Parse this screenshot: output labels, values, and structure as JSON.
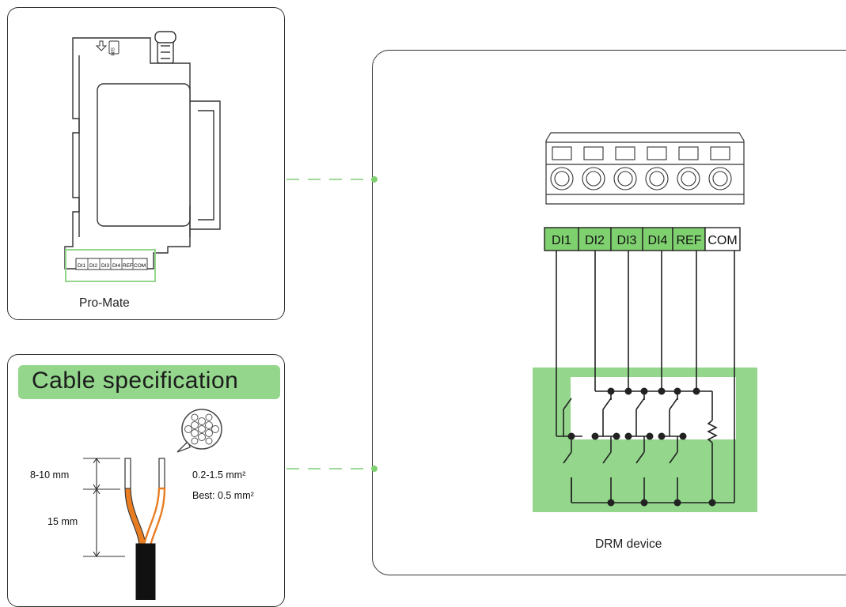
{
  "device": {
    "caption": "Pro-Mate",
    "terminal_labels": [
      "DI1",
      "DI2",
      "DI3",
      "DI4",
      "REF",
      "COM"
    ],
    "sim_label": "SIM"
  },
  "drm": {
    "caption": "DRM device",
    "terminal_labels": [
      "DI1",
      "DI2",
      "DI3",
      "DI4",
      "REF",
      "COM"
    ]
  },
  "cable": {
    "title": "Cable specification",
    "strip_length": "8-10 mm",
    "sheath_length": "15 mm",
    "cross_section": "0.2-1.5 mm²",
    "best": "Best: 0.5 mm²"
  },
  "colors": {
    "accent_green": "#93d68c",
    "connector_green": "#7fd06f",
    "dash_green": "#9ed99a",
    "wire_orange": "#e87d22",
    "outline": "#333333"
  }
}
